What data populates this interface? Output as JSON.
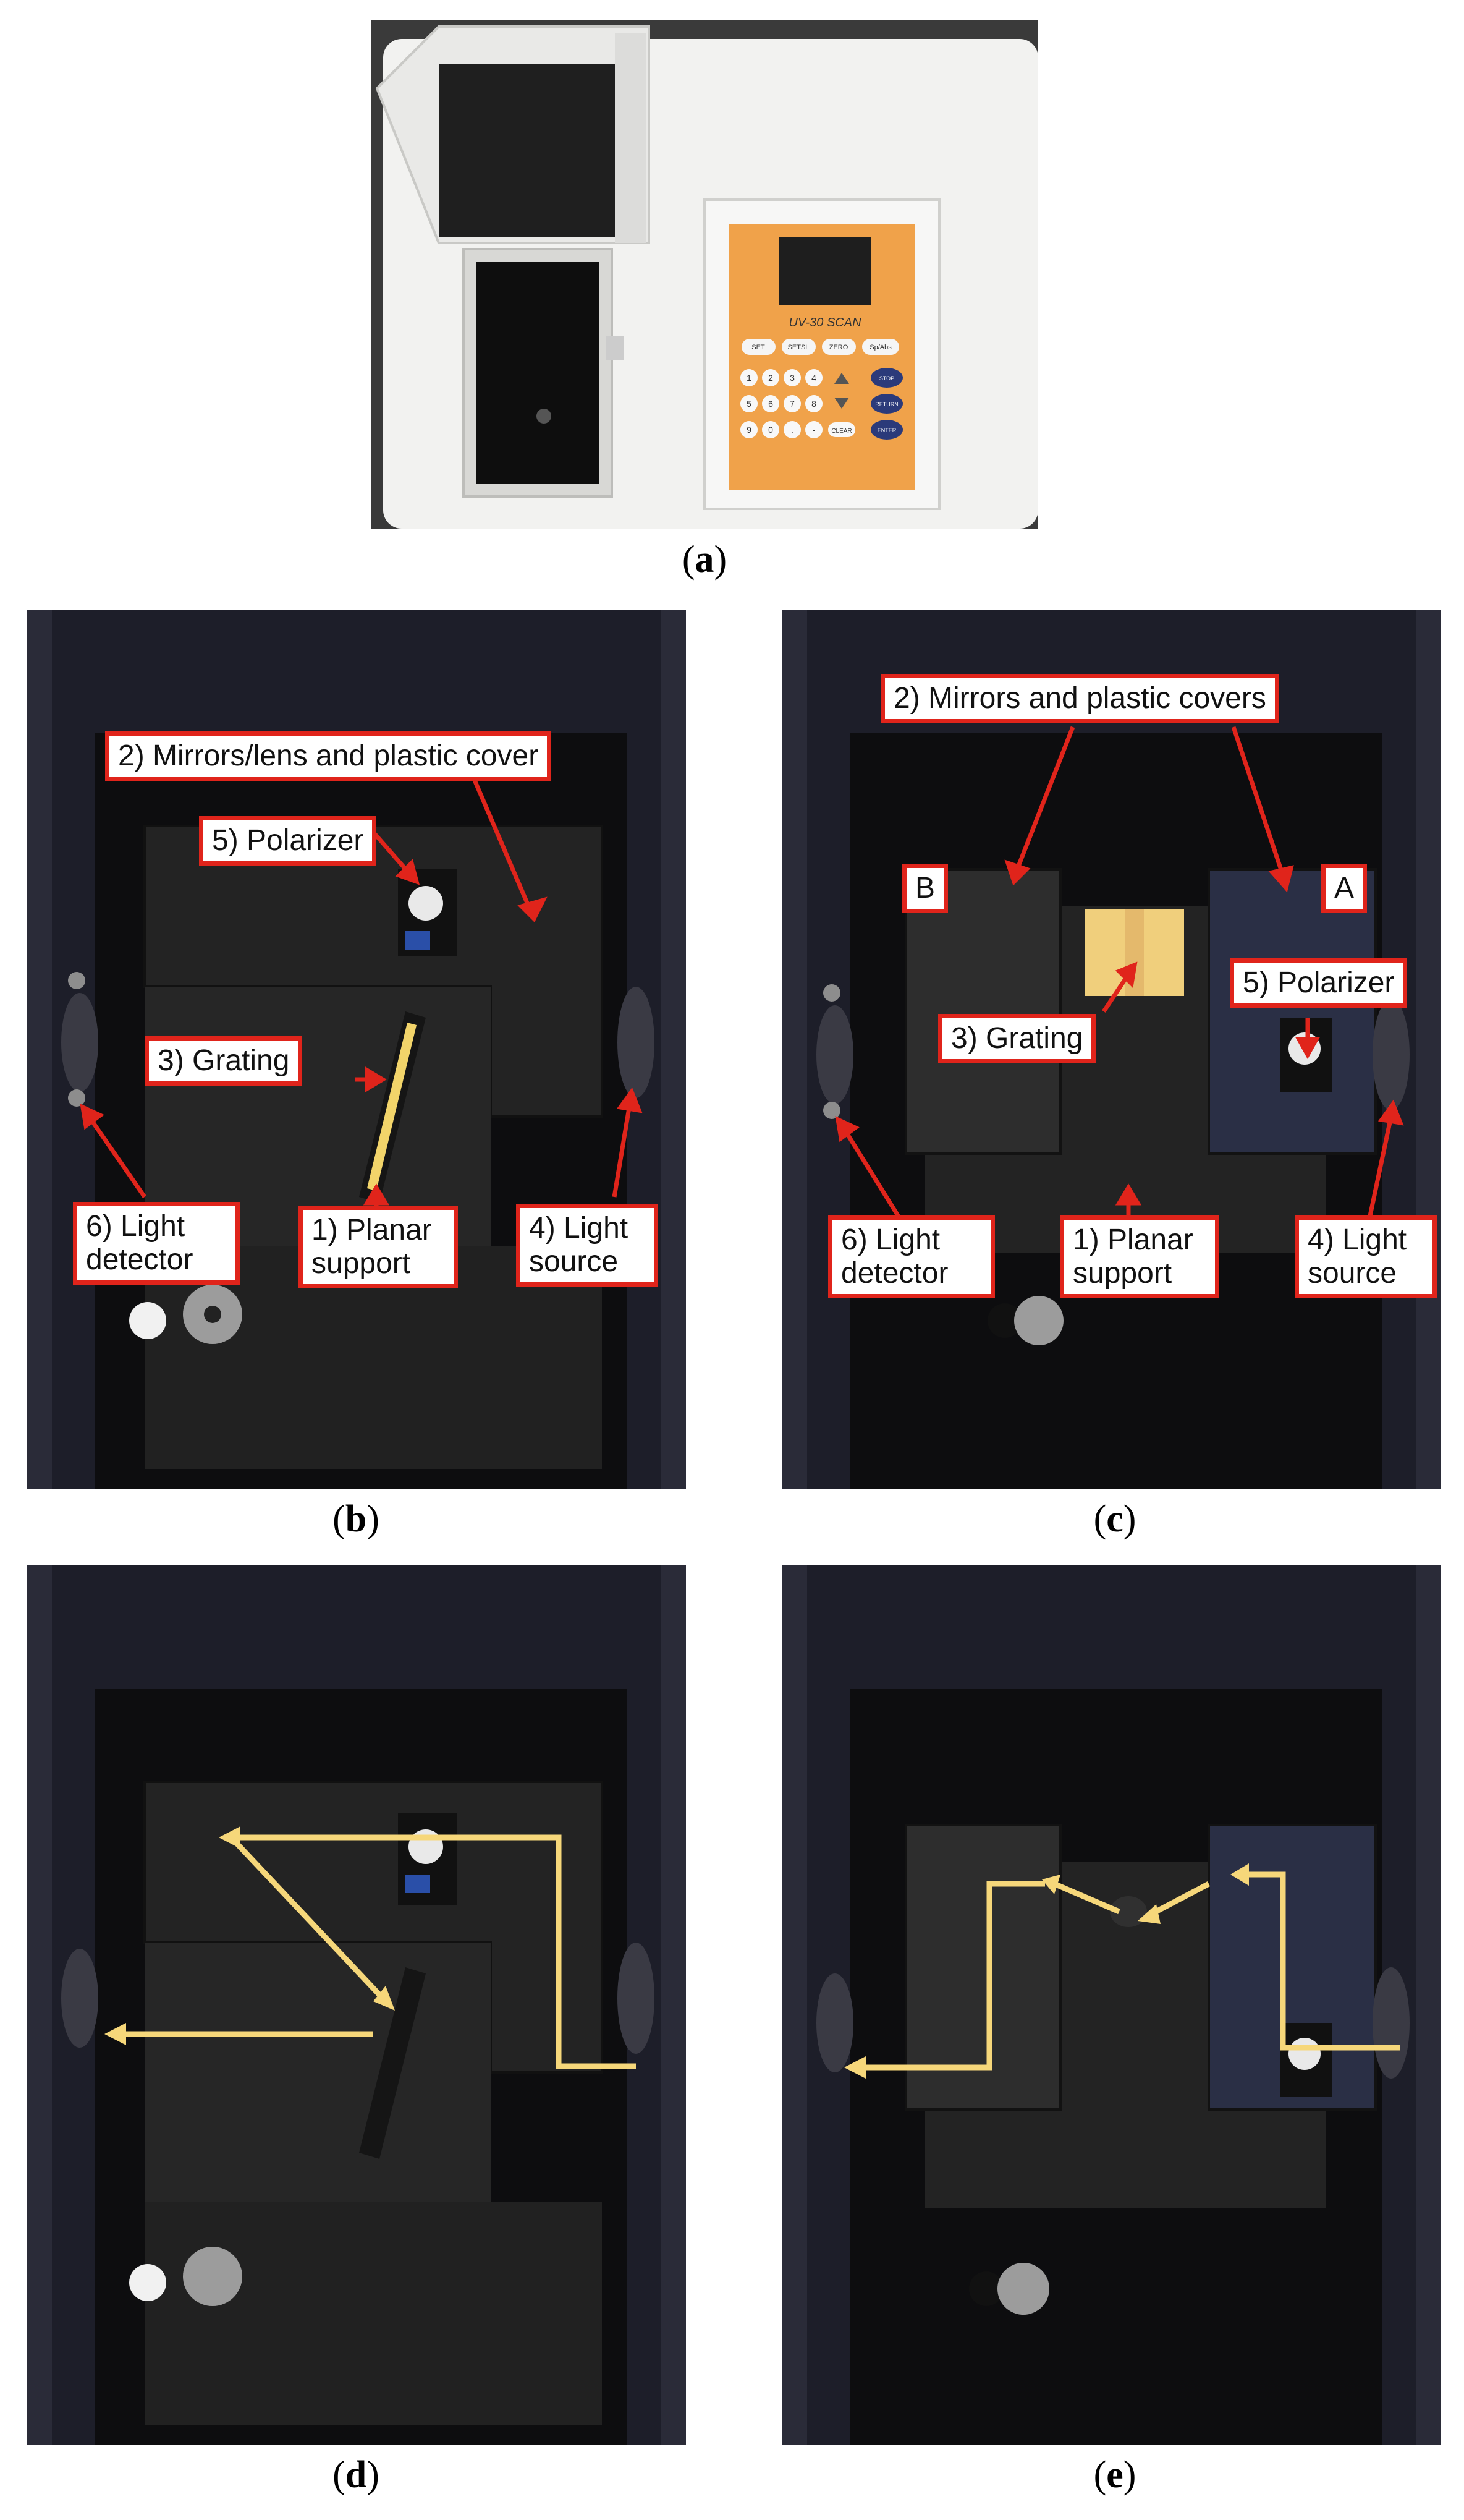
{
  "captions": {
    "a": "a",
    "b": "b",
    "c": "c",
    "d": "d",
    "e": "e"
  },
  "device": {
    "screen_text": "UV-30 SCAN",
    "func_keys": [
      "SET",
      "SETSL",
      "ZERO",
      "Sp/Abs"
    ],
    "side_keys": [
      "STOP",
      "RETURN",
      "ENTER"
    ],
    "num_keys": [
      "1",
      "2",
      "3",
      "4",
      "5",
      "6",
      "7",
      "8",
      "9",
      "0",
      ".",
      "-",
      "CLEAR"
    ]
  },
  "panel_b": {
    "mirrors": "2) Mirrors/lens and plastic cover",
    "polarizer": "5) Polarizer",
    "grating": "3) Grating",
    "detector": "6) Light detector",
    "support": "1) Planar support",
    "source": "4) Light source"
  },
  "panel_c": {
    "mirrors": "2) Mirrors and plastic covers",
    "cover_b": "B",
    "cover_a": "A",
    "polarizer": "5) Polarizer",
    "grating": "3) Grating",
    "detector": "6) Light detector",
    "support": "1) Planar support",
    "source": "4) Light source"
  },
  "colors": {
    "label_border": "#e0241b",
    "arrow_red": "#e0241b",
    "beam_yellow": "#f6d77a"
  }
}
